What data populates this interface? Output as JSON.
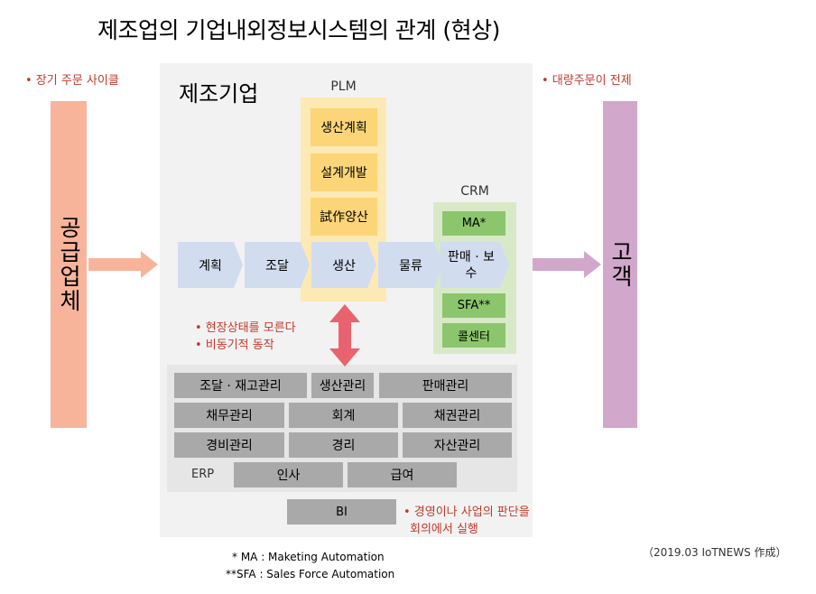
{
  "title": "제조업의 기업내외정보시스템의 관계 (현상)",
  "notes": {
    "supplier_note": "• 장기 주문 사이클",
    "customer_note": "• 대량주문이 전제",
    "status_note_1": "• 현장상태를 모른다",
    "status_note_2": "• 비동기적 동작",
    "bi_note_1": "• 경영이나 사업의 판단을",
    "bi_note_2": "회의에서 실행"
  },
  "supplier": {
    "label": "공급업체"
  },
  "customer": {
    "label": "고객"
  },
  "company": {
    "label": "제조기업"
  },
  "plm": {
    "label": "PLM",
    "items": [
      "생산계획",
      "설계개발",
      "試作양산"
    ]
  },
  "crm": {
    "label": "CRM",
    "items": [
      "MA*",
      "SFA**",
      "콜센터"
    ]
  },
  "process": [
    "계획",
    "조달",
    "생산",
    "물류",
    "판매 · 보수"
  ],
  "erp": {
    "label": "ERP",
    "row1": [
      "조달 · 재고관리",
      "생산관리",
      "판매관리"
    ],
    "row2": [
      "채무관리",
      "회계",
      "채권관리"
    ],
    "row3": [
      "경비관리",
      "경리",
      "자산관리"
    ],
    "row4": [
      "인사",
      "급여"
    ]
  },
  "bi": {
    "label": "BI"
  },
  "footnotes": {
    "ma": "* MA : Maketing Automation",
    "sfa": "**SFA : Sales Force Automation"
  },
  "credit": "（2019.03 IoTNEWS 作成）",
  "colors": {
    "supplier": "#f7b49b",
    "customer": "#d2a7cc",
    "plm": "#fbd577",
    "crm": "#8bc66c",
    "process": "#d2dcef",
    "erp_cell": "#a9a9a9",
    "note_red": "#c0392b",
    "arrow_red": "#e8636e"
  }
}
